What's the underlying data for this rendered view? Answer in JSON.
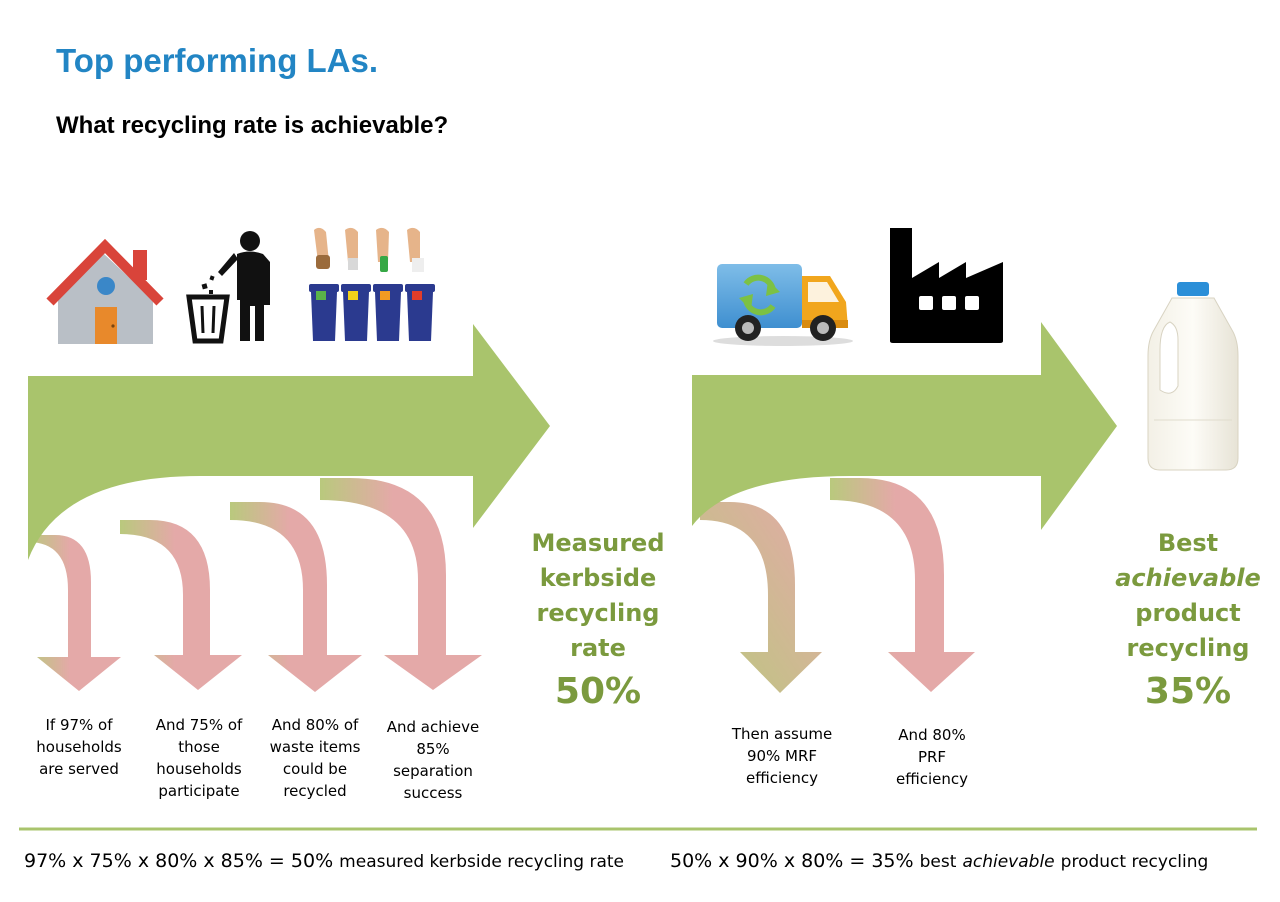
{
  "header": {
    "title": "Top performing LAs.",
    "subtitle": "What recycling rate is achievable?"
  },
  "colors": {
    "title_blue": "#2285c4",
    "arrow_green": "#a9c46c",
    "loss_pink": "#e4a9a8",
    "stage_text_green": "#7b9a3e"
  },
  "icons": [
    "house-icon",
    "person-bin-icon",
    "recycling-bins-icon",
    "recycling-truck-icon",
    "factory-icon",
    "milk-bottle-icon"
  ],
  "stage1": {
    "steps": [
      "If 97% of\nhouseholds\nare served",
      "And 75% of\nthose\nhouseholds\nparticipate",
      "And 80% of\nwaste items\ncould be\nrecycled",
      "And achieve\n85%\nseparation\nsuccess"
    ],
    "result": {
      "line1": "Measured",
      "line2": "kerbside",
      "line3": "recycling",
      "line4": "rate",
      "value": "50%"
    }
  },
  "stage2": {
    "steps": [
      "Then assume\n90% MRF\nefficiency",
      "And 80%\nPRF\nefficiency"
    ],
    "result": {
      "line1": "Best",
      "line2": "achievable",
      "line3": "product",
      "line4": "recycling",
      "value": "35%"
    }
  },
  "formulas": {
    "kerbside_calc": "97% x 75% x 80% x 85% = 50%",
    "kerbside_desc": "measured kerbside recycling rate",
    "product_calc": "50% x 90% x 80% = 35%",
    "product_desc_pre": "best",
    "product_desc_em": "achievable",
    "product_desc_post": "product recycling"
  }
}
